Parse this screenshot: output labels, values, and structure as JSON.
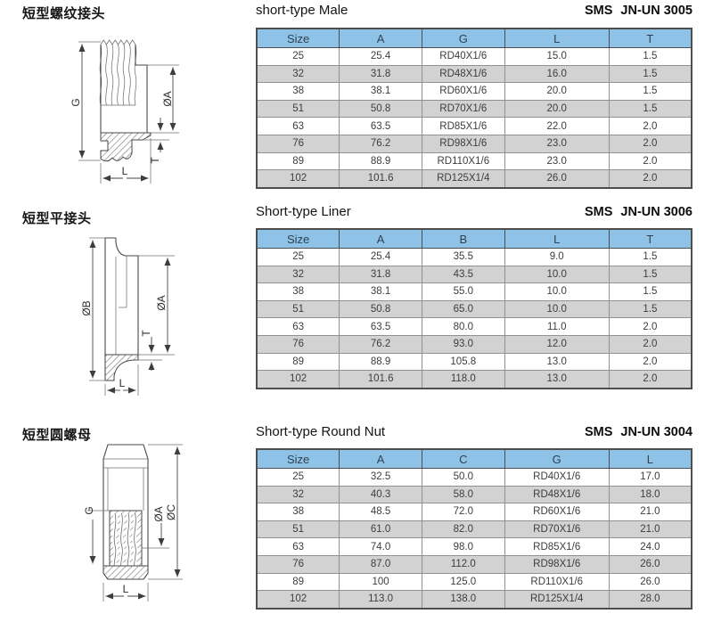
{
  "colors": {
    "table_header_bg": "#8ec3e7",
    "table_header_text": "#32414f",
    "row_bg": "#ffffff",
    "row_alt_bg": "#d2d2d2",
    "border_outer": "#4d4d4d",
    "border_inner": "#919191",
    "drawing_line": "#4a4a4a",
    "title_text": "#141414"
  },
  "sections": [
    {
      "cn_title": "短型螺纹接头",
      "en_title": "short-type Male",
      "standard": "SMS",
      "code": "JN-UN 3005",
      "drawing": {
        "left": "G",
        "right": "ØA",
        "thickness": "T",
        "length": "L"
      },
      "table": {
        "headers": [
          "Size",
          "A",
          "G",
          "L",
          "T"
        ],
        "rows": [
          [
            "25",
            "25.4",
            "RD40X1/6",
            "15.0",
            "1.5"
          ],
          [
            "32",
            "31.8",
            "RD48X1/6",
            "16.0",
            "1.5"
          ],
          [
            "38",
            "38.1",
            "RD60X1/6",
            "20.0",
            "1.5"
          ],
          [
            "51",
            "50.8",
            "RD70X1/6",
            "20.0",
            "1.5"
          ],
          [
            "63",
            "63.5",
            "RD85X1/6",
            "22.0",
            "2.0"
          ],
          [
            "76",
            "76.2",
            "RD98X1/6",
            "23.0",
            "2.0"
          ],
          [
            "89",
            "88.9",
            "RD110X1/6",
            "23.0",
            "2.0"
          ],
          [
            "102",
            "101.6",
            "RD125X1/4",
            "26.0",
            "2.0"
          ]
        ]
      }
    },
    {
      "cn_title": "短型平接头",
      "en_title": "Short-type Liner",
      "standard": "SMS",
      "code": "JN-UN 3006",
      "drawing": {
        "left": "ØB",
        "right": "ØA",
        "thickness": "T",
        "length": "L"
      },
      "table": {
        "headers": [
          "Size",
          "A",
          "B",
          "L",
          "T"
        ],
        "rows": [
          [
            "25",
            "25.4",
            "35.5",
            "9.0",
            "1.5"
          ],
          [
            "32",
            "31.8",
            "43.5",
            "10.0",
            "1.5"
          ],
          [
            "38",
            "38.1",
            "55.0",
            "10.0",
            "1.5"
          ],
          [
            "51",
            "50.8",
            "65.0",
            "10.0",
            "1.5"
          ],
          [
            "63",
            "63.5",
            "80.0",
            "11.0",
            "2.0"
          ],
          [
            "76",
            "76.2",
            "93.0",
            "12.0",
            "2.0"
          ],
          [
            "89",
            "88.9",
            "105.8",
            "13.0",
            "2.0"
          ],
          [
            "102",
            "101.6",
            "118.0",
            "13.0",
            "2.0"
          ]
        ]
      }
    },
    {
      "cn_title": "短型圆螺母",
      "en_title": "Short-type Round Nut",
      "standard": "SMS",
      "code": "JN-UN 3004",
      "drawing": {
        "left": "G",
        "right": "ØA",
        "right2": "ØC",
        "length": "L"
      },
      "table": {
        "headers": [
          "Size",
          "A",
          "C",
          "G",
          "L"
        ],
        "rows": [
          [
            "25",
            "32.5",
            "50.0",
            "RD40X1/6",
            "17.0"
          ],
          [
            "32",
            "40.3",
            "58.0",
            "RD48X1/6",
            "18.0"
          ],
          [
            "38",
            "48.5",
            "72.0",
            "RD60X1/6",
            "21.0"
          ],
          [
            "51",
            "61.0",
            "82.0",
            "RD70X1/6",
            "21.0"
          ],
          [
            "63",
            "74.0",
            "98.0",
            "RD85X1/6",
            "24.0"
          ],
          [
            "76",
            "87.0",
            "112.0",
            "RD98X1/6",
            "26.0"
          ],
          [
            "89",
            "100",
            "125.0",
            "RD110X1/6",
            "26.0"
          ],
          [
            "102",
            "113.0",
            "138.0",
            "RD125X1/4",
            "28.0"
          ]
        ]
      }
    }
  ]
}
